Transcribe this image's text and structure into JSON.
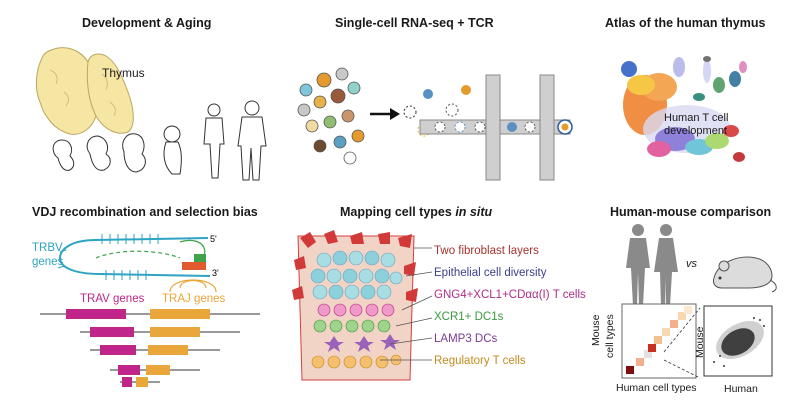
{
  "panels": {
    "development": {
      "title": "Development & Aging",
      "organ_label": "Thymus"
    },
    "scrna": {
      "title": "Single-cell RNA-seq + TCR"
    },
    "atlas": {
      "title": "Atlas of the human thymus",
      "cluster_label_1": "Human T cell",
      "cluster_label_2": "development"
    },
    "vdj": {
      "title": "VDJ recombination and selection bias",
      "trbv_label_1": "TRBV",
      "trbv_label_2": "genes",
      "five_prime": "5'",
      "three_prime": "3'",
      "trav_label": "TRAV genes",
      "traj_label": "TRAJ genes"
    },
    "mapping": {
      "title_main": "Mapping cell types ",
      "title_italic": "in situ",
      "legend": [
        {
          "text": "Two fibroblast layers",
          "color": "#a4322f"
        },
        {
          "text": "Epithelial cell diversity",
          "color": "#3b3f8c"
        },
        {
          "text": "GNG4+XCL1+CDαα(I) T cells",
          "color": "#b12c86"
        },
        {
          "text": "XCR1+ DC1s",
          "color": "#3b9a3f"
        },
        {
          "text": "LAMP3 DCs",
          "color": "#7a3a94"
        },
        {
          "text": "Regulatory T cells",
          "color": "#c48a1e"
        }
      ]
    },
    "comparison": {
      "title": "Human-mouse comparison",
      "vs": "vs",
      "y_label_1": "Mouse",
      "y_label_2": "cell types",
      "x_label": "Human cell types",
      "scatter_y": "Mouse",
      "scatter_x": "Human"
    }
  },
  "colors": {
    "thymus": "#f6e6a3",
    "trbv": "#2ea3c2",
    "trav": "#c0268a",
    "traj": "#e9a63a",
    "mouse_grey": "#dcdcdc",
    "cell_orange": "#e59a2e"
  }
}
